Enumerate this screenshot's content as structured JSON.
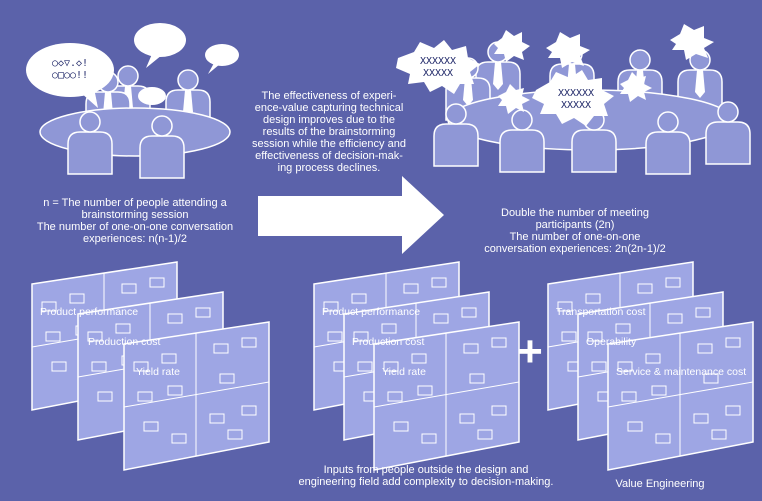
{
  "top_left": {
    "bubble_line1": "○◇▽.◇!",
    "bubble_line2": "○□○○!!",
    "caption": [
      "n = The number of people attending a",
      "brainstorming session",
      "The number of one-on-one conversation",
      "experiences: n(n-1)/2"
    ]
  },
  "center_text": [
    "The effectiveness of experi-",
    "ence-value capturing technical",
    "design improves due to the",
    "results of the brainstorming",
    "session while the efficiency and",
    "effectiveness of decision-mak-",
    "ing process declines."
  ],
  "top_right": {
    "bubble_a1": "XXXXXX",
    "bubble_a2": "XXXXX",
    "bubble_b1": "XXXXXX",
    "bubble_b2": "XXXXX",
    "caption": [
      "Double the number of meeting",
      "participants (2n)",
      "The number of one-on-one",
      "conversation experiences: 2n(2n-1)/2"
    ]
  },
  "cards_left": [
    "Product performance",
    "Production cost",
    "Yield rate"
  ],
  "cards_middle": [
    "Product performance",
    "Production cost",
    "Yield rate"
  ],
  "cards_right": [
    "Transportation cost",
    "Operability",
    "Service & maintenance cost"
  ],
  "plus_sign": "+",
  "bottom_caption": [
    "Inputs from people outside the design and",
    "engineering field add complexity to decision-making."
  ],
  "value_engineering_label": "Value Engineering",
  "colors": {
    "background": "#5b62aa",
    "person_fill": "#8f97d6",
    "card_fill": "#9ea6e4",
    "outline": "#ffffff"
  }
}
